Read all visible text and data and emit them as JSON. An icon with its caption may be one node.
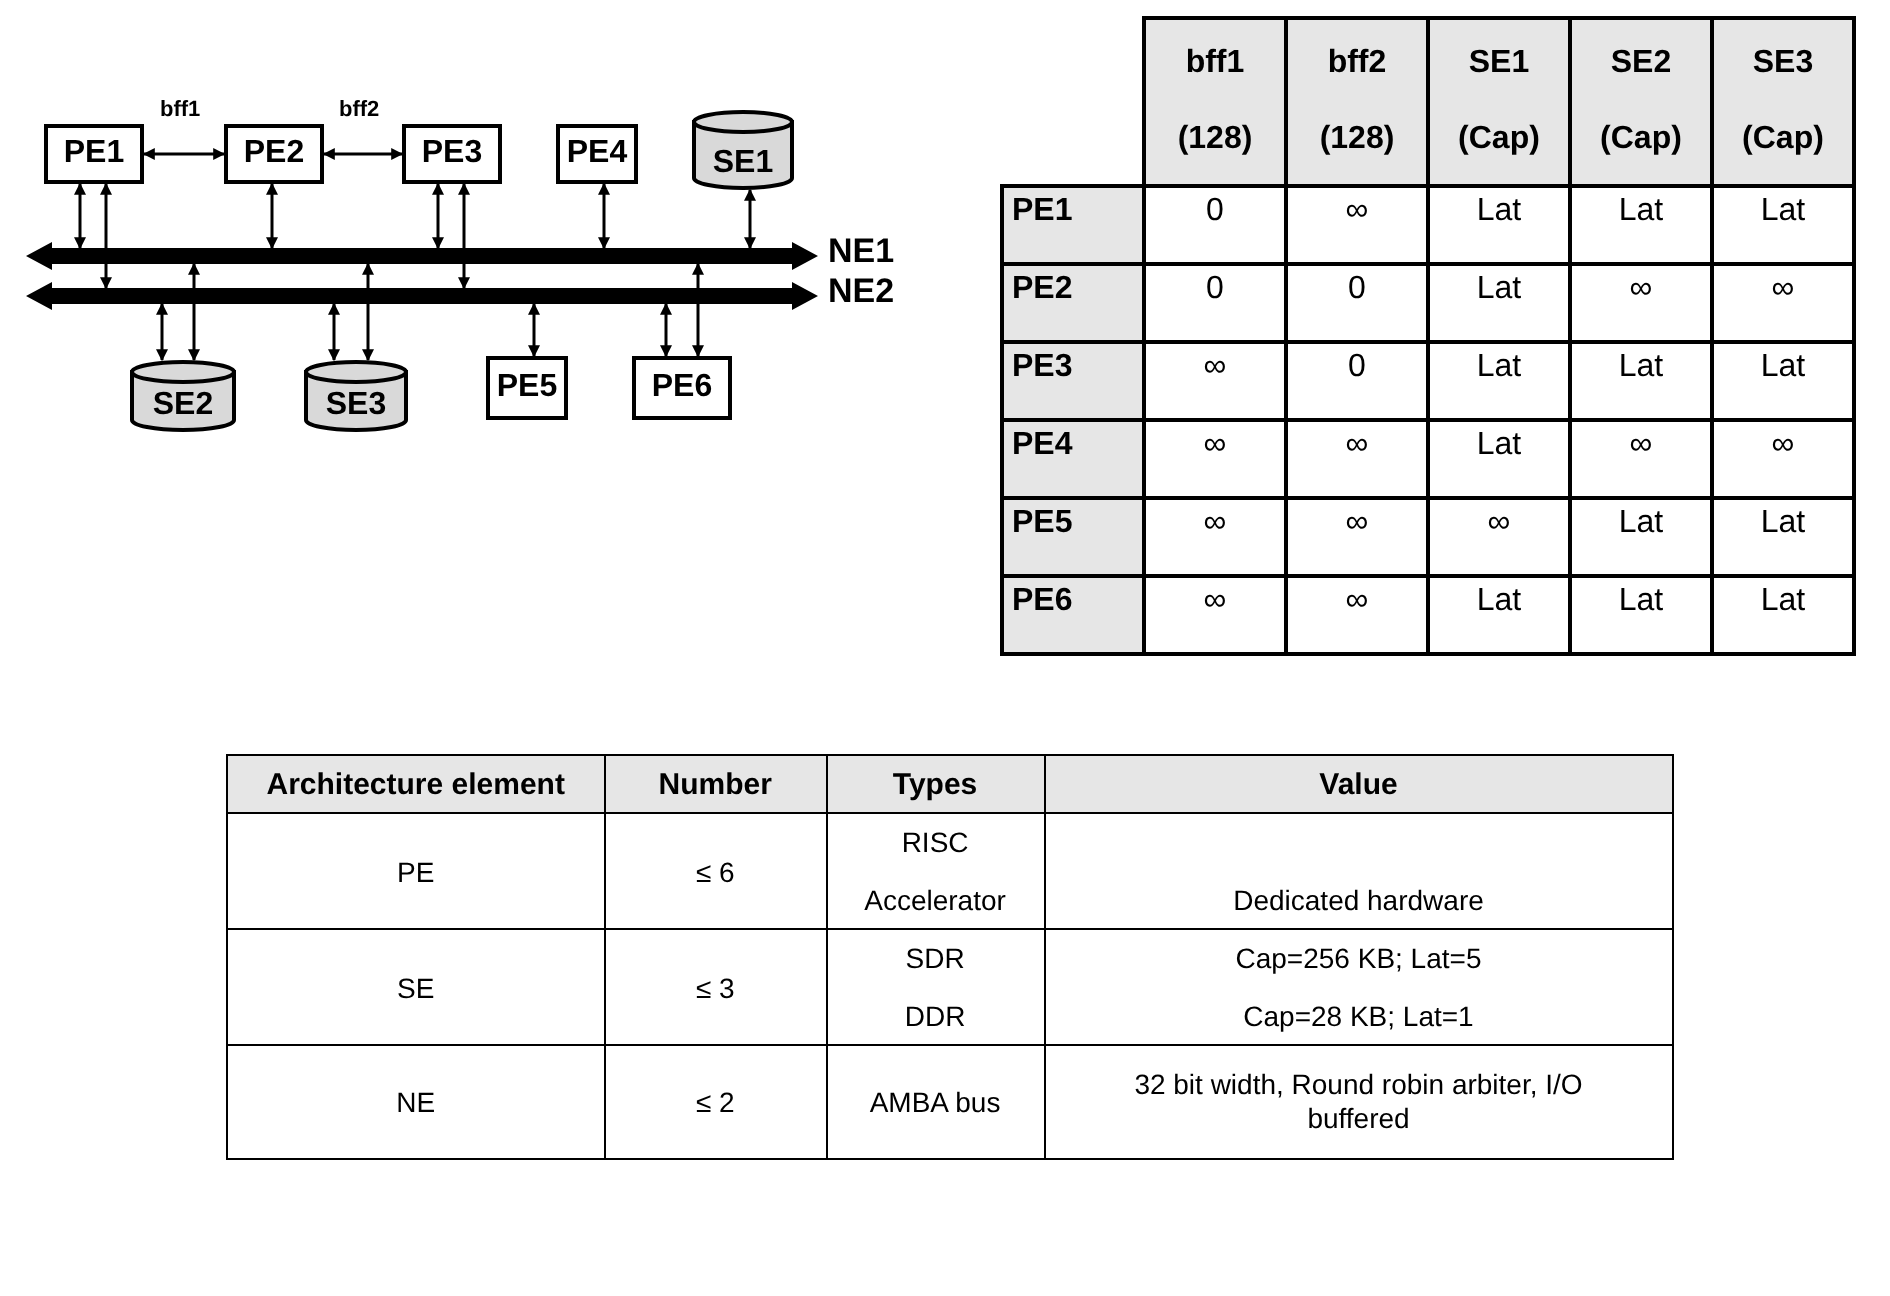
{
  "diagram": {
    "nodes": [
      {
        "text": [
          "PE1"
        ]
      },
      {
        "text": [
          "PE2"
        ]
      },
      {
        "text": [
          "PE3"
        ]
      },
      {
        "text": [
          "PE4"
        ]
      },
      {
        "text": [
          "SE1"
        ]
      },
      {
        "text": [
          "NE1"
        ]
      },
      {
        "text": [
          "NE2"
        ]
      },
      {
        "text": [
          "SE2"
        ]
      },
      {
        "text": [
          "SE3"
        ]
      },
      {
        "text": [
          "PE5"
        ]
      },
      {
        "text": [
          "PE6"
        ]
      }
    ],
    "edges": [
      {
        "from": 0,
        "to": 1,
        "arrow": "both",
        "label": "bff1"
      },
      {
        "from": 1,
        "to": 2,
        "arrow": "both",
        "label": "bff2"
      },
      {
        "from": 0,
        "to": 5,
        "arrow": "both"
      },
      {
        "from": 0,
        "to": 6,
        "arrow": "both"
      },
      {
        "from": 1,
        "to": 5,
        "arrow": "both"
      },
      {
        "from": 2,
        "to": 5,
        "arrow": "both"
      },
      {
        "from": 2,
        "to": 6,
        "arrow": "both"
      },
      {
        "from": 3,
        "to": 5,
        "arrow": "both"
      },
      {
        "from": 4,
        "to": 5,
        "arrow": "both"
      },
      {
        "from": 7,
        "to": 6,
        "arrow": "both"
      },
      {
        "from": 7,
        "to": 5,
        "arrow": "both"
      },
      {
        "from": 8,
        "to": 6,
        "arrow": "both"
      },
      {
        "from": 8,
        "to": 5,
        "arrow": "both"
      },
      {
        "from": 9,
        "to": 6,
        "arrow": "both"
      },
      {
        "from": 10,
        "to": 6,
        "arrow": "both"
      },
      {
        "from": 10,
        "to": 5,
        "arrow": "both"
      }
    ],
    "labels": [
      "bff1 (128)",
      "bff2 (128)",
      "SE1 (Cap)",
      "SE2 (Cap)",
      "SE3 (Cap)",
      "PE1",
      "0",
      "∞",
      "Lat",
      "Lat",
      "Lat",
      "PE2",
      "0",
      "0",
      "Lat",
      "∞",
      "∞",
      "PE3",
      "∞",
      "0",
      "Lat",
      "Lat",
      "Lat",
      "PE4",
      "∞",
      "∞",
      "Lat",
      "∞",
      "∞",
      "PE5",
      "∞",
      "∞",
      "∞",
      "Lat",
      "Lat",
      "PE6",
      "∞",
      "∞",
      "Lat",
      "Lat",
      "Lat",
      "Architecture element",
      "Number",
      "Types",
      "Value",
      "PE",
      "≤ 6",
      "RISC",
      "Accelerator",
      "Dedicated hardware",
      "SE",
      "≤ 3",
      "SDR",
      "Cap=256 KB; Lat=5",
      "DDR",
      "Cap=28 KB; Lat=1",
      "NE",
      "≤ 2",
      "AMBA bus",
      "32 bit width, Round robin arbiter, I/O buffered"
    ]
  }
}
